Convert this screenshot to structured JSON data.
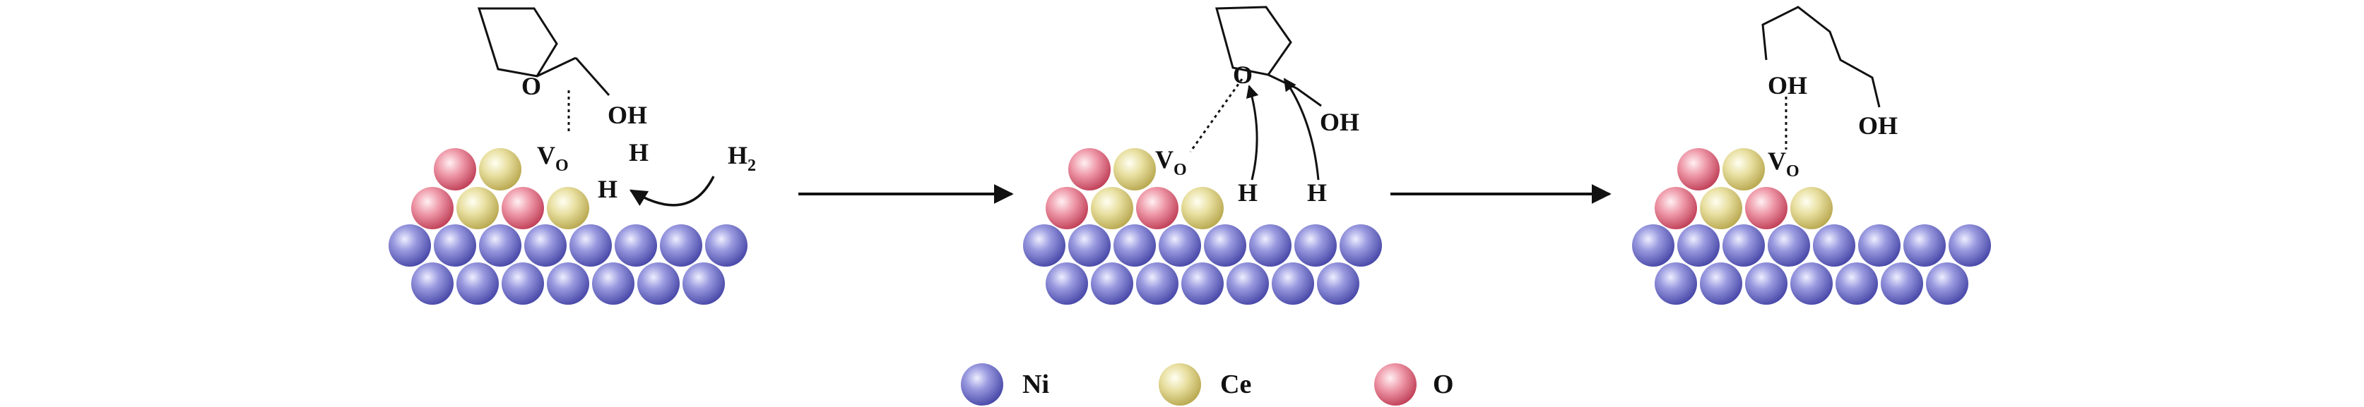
{
  "colors": {
    "ni": "#6E6EC8",
    "ce": "#E3D98A",
    "o": "#E07A8E",
    "line": "#111111",
    "background": "#ffffff"
  },
  "atoms": {
    "ni": "Ni",
    "ce": "Ce",
    "o": "O"
  },
  "panel1": {
    "ring_o": "O",
    "oh": "OH",
    "vacancy": "V",
    "vacancy_sub": "O",
    "h_top": "H",
    "h_left": "H",
    "h2": "H",
    "h2_sub": "2"
  },
  "panel2": {
    "ring_o": "O",
    "oh": "OH",
    "vacancy": "V",
    "vacancy_sub": "O",
    "h_a": "H",
    "h_b": "H"
  },
  "panel3": {
    "oh_left": "OH",
    "oh_right": "OH",
    "vacancy": "V",
    "vacancy_sub": "O"
  },
  "legend": {
    "ni_label": "Ni",
    "ce_label": "Ce",
    "o_label": "O"
  }
}
